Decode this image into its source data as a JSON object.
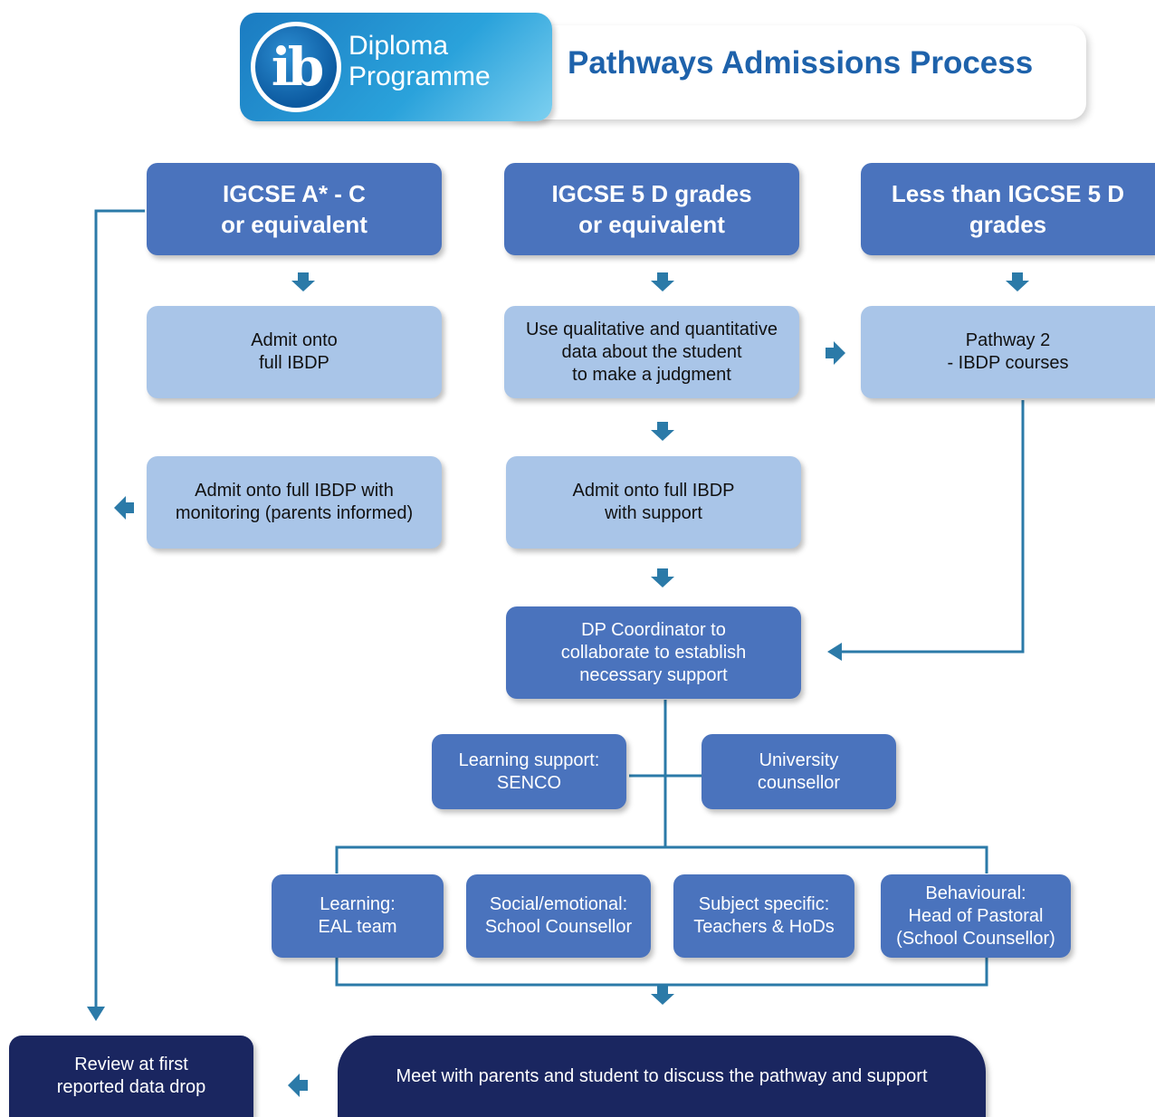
{
  "header": {
    "logo_mark": "ib",
    "logo_text": "Diploma\nProgramme",
    "title": "Pathways Admissions Process"
  },
  "columns": {
    "col1_heading": "IGCSE A* - C\nor equivalent",
    "col2_heading": "IGCSE 5 D grades\nor equivalent",
    "col3_heading": "Less than IGCSE 5 D\ngrades"
  },
  "steps": {
    "admit_full": "Admit onto\nfull IBDP",
    "use_data": "Use qualitative and quantitative\ndata about the student\nto make a judgment",
    "pathway2": "Pathway 2\n- IBDP courses",
    "admit_monitoring": "Admit onto full IBDP with\nmonitoring (parents informed)",
    "admit_support": "Admit onto full IBDP\nwith support",
    "dp_coordinator": "DP Coordinator to\ncollaborate to establish\nnecessary support"
  },
  "support": {
    "learning_support": "Learning support:\nSENCO",
    "university": "University\ncounsellor",
    "learning_eal": "Learning:\nEAL team",
    "social": "Social/emotional:\nSchool Counsellor",
    "subject": "Subject specific:\nTeachers & HoDs",
    "behavioural": "Behavioural:\nHead of Pastoral\n(School Counsellor)"
  },
  "final": {
    "review": "Review at first\nreported data drop",
    "meet": "Meet with parents and student to discuss the pathway and support"
  },
  "colors": {
    "dark_box": "#4a73bd",
    "light_box": "#a9c5e8",
    "navy_box": "#1a2660",
    "connector": "#2b7aa8",
    "title": "#1e62ab"
  }
}
